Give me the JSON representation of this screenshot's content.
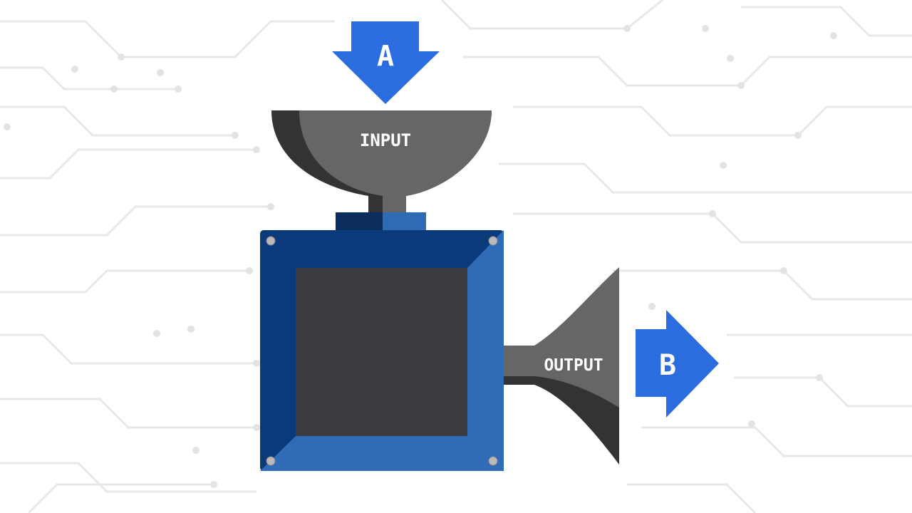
{
  "diagram": {
    "input_arrow": {
      "letter": "A"
    },
    "funnel": {
      "label": "INPUT"
    },
    "horn": {
      "label": "OUTPUT"
    },
    "output_arrow": {
      "letter": "B"
    }
  },
  "colors": {
    "accent_blue": "#2b6ddf",
    "machine_dark_blue": "#0b3a7a",
    "machine_light_blue": "#2f6bb7",
    "screen": "#3a3b3e",
    "funnel_light": "#666666",
    "funnel_dark": "#333333",
    "circuit_lines": "#e6e6e6"
  }
}
